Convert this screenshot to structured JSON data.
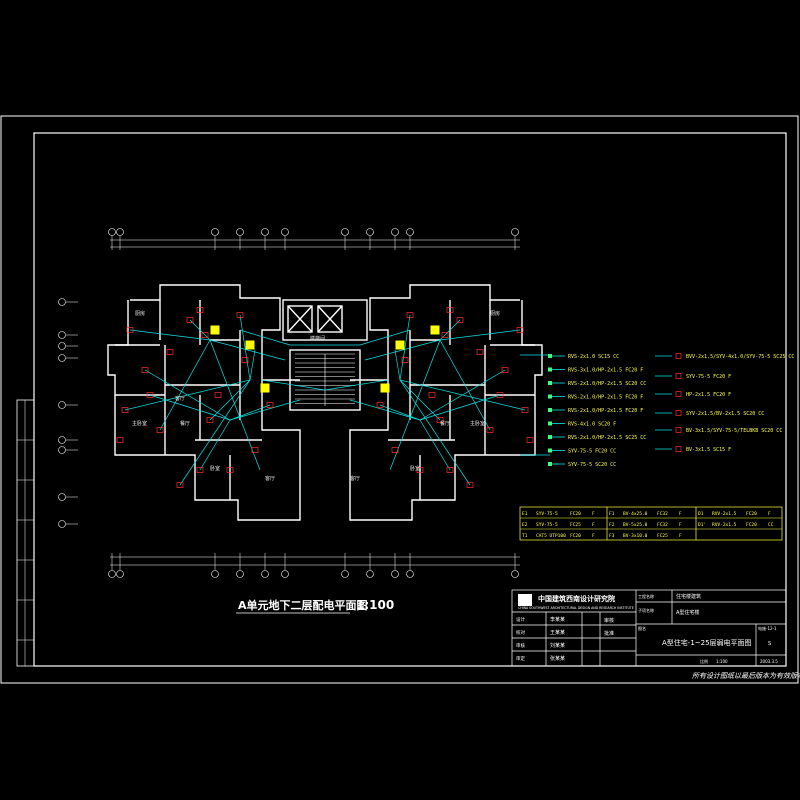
{
  "drawing": {
    "title": "A单元地下二层配电平面图",
    "scale": "1:100",
    "footer_note": "所有设计图纸以最后版本为有效版本"
  },
  "rooms": {
    "bedroom": "卧室",
    "living": "客厅",
    "kitchen": "厨房",
    "dining": "餐厅",
    "stair": "楼梯间",
    "master": "主卧室"
  },
  "legend_right": [
    "RVS-2x1.0 SC15 CC",
    "RVS-3x1.0/HP-2x1.5 FC20 F",
    "RVS-2x1.0/HP-2x1.5 SC20 CC",
    "RVS-2x1.0/HP-2x1.5 FC20 F",
    "RVS-2x1.0/HP-2x1.5 FC20 F",
    "RVS-4x1.0 SC20 F",
    "RVS-2x1.0/HP-2x1.5 SC25 CC",
    "SYV-75-5 FC20 CC",
    "SYV-75-5 SC20 CC"
  ],
  "legend_far": [
    "BVV-2x1.5/SYV-4x1.0/SYV-75-5 SC25 CC",
    "SYV-75-5 FC20 F",
    "HP-2x1.5 FC20 F",
    "SYV-2x1.5/BV-2x1.5 SC20 CC",
    "BV-3x1.5/SYV-75-5/TELBKB SC20 CC",
    "BV-3x1.5 SC15 F"
  ],
  "cable_table": [
    [
      "E1",
      "SYV-75-5",
      "FC20",
      "F"
    ],
    [
      "E2",
      "SYV-75-5",
      "FC25",
      "F"
    ],
    [
      "T1",
      "CAT5 UTP100",
      "FC20",
      "F"
    ],
    [
      "F1",
      "BV-4x25.0",
      "FC32",
      "F"
    ],
    [
      "F2",
      "BV-5x25.0",
      "FC32",
      "F"
    ],
    [
      "F3",
      "BV-3x10.0",
      "FC25",
      "F"
    ],
    [
      "D1",
      "RVV-2x1.5",
      "FC20",
      "F"
    ],
    [
      "D1'",
      "RVV-2x1.5",
      "FC20",
      "CC"
    ]
  ],
  "title_block": {
    "institute": "中国建筑西南设计研究院",
    "institute_en": "CHINA SOUTHWEST ARCHITECTURAL DESIGN AND RESEARCH INSTITUTE",
    "project_label": "工程名称",
    "project_value": "住宅楼建筑",
    "sub_label": "子项名称",
    "sub_value": "A型住宅楼",
    "drawing_label": "图名",
    "drawing_value": "A型住宅-1~25层弱电平面图",
    "roles": [
      "设计",
      "校对",
      "审核",
      "审定"
    ],
    "names": [
      "李某某",
      "王某某",
      "刘某某",
      "张某某"
    ],
    "sign1": "审核",
    "sign2": "批准",
    "drawing_no": "电施-12-1",
    "sheet": "S",
    "scale_label": "比例",
    "scale_value": "1:100",
    "date": "2003.3.5"
  },
  "colors": {
    "frame": "#ffffff",
    "wall": "#ffffff",
    "cable": "#00e6e6",
    "device": "#ff3030",
    "legend": "#ffff40",
    "room": "#ff40ff"
  }
}
